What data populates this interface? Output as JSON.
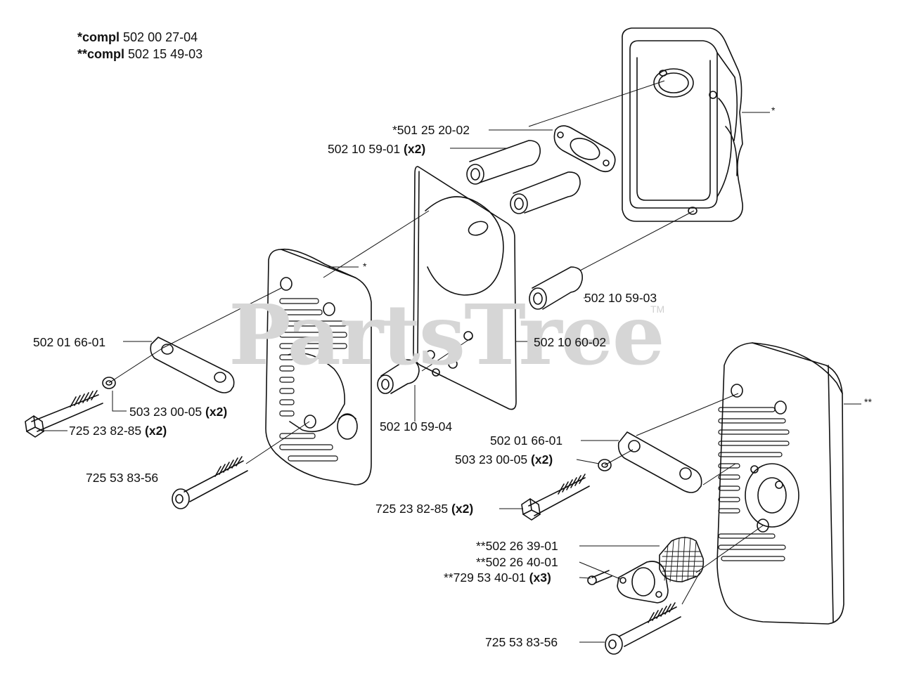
{
  "header": {
    "compl1_prefix": "*compl",
    "compl1_number": "502 00 27-04",
    "compl2_prefix": "**compl",
    "compl2_number": "502 15 49-03"
  },
  "watermark": {
    "text": "PartsTree",
    "tm": "TM"
  },
  "markers": {
    "single": "*",
    "double": "**"
  },
  "labels": {
    "l_501252002": {
      "num": "*501 25 20-02",
      "qty": ""
    },
    "l_502105901": {
      "num": "502 10 59-01",
      "qty": "(x2)"
    },
    "l_502105903": {
      "num": "502 10 59-03",
      "qty": ""
    },
    "l_502016601a": {
      "num": "502 01 66-01",
      "qty": ""
    },
    "l_502106002": {
      "num": "502 10 60-02",
      "qty": ""
    },
    "l_503230005a": {
      "num": "503 23 00-05",
      "qty": "(x2)"
    },
    "l_725238285a": {
      "num": "725 23 82-85",
      "qty": "(x2)"
    },
    "l_502105904": {
      "num": "502 10 59-04",
      "qty": ""
    },
    "l_502016601b": {
      "num": "502 01 66-01",
      "qty": ""
    },
    "l_503230005b": {
      "num": "503 23 00-05",
      "qty": "(x2)"
    },
    "l_725538356a": {
      "num": "725 53 83-56",
      "qty": ""
    },
    "l_725238285b": {
      "num": "725 23 82-85",
      "qty": "(x2)"
    },
    "l_502263901": {
      "num": "**502 26 39-01",
      "qty": ""
    },
    "l_502264001": {
      "num": "**502 26 40-01",
      "qty": ""
    },
    "l_729534001": {
      "num": "**729 53 40-01",
      "qty": "(x3)"
    },
    "l_725538356b": {
      "num": "725 53 83-56",
      "qty": ""
    }
  }
}
